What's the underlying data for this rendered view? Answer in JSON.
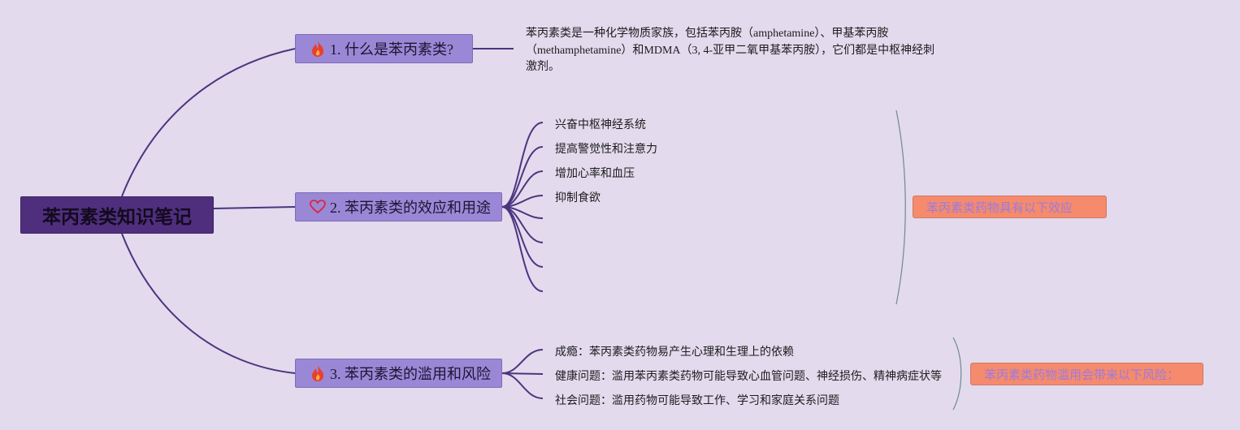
{
  "root": {
    "title": "苯丙素类知识笔记"
  },
  "branches": [
    {
      "icon": "fire-icon",
      "label": "1. 什么是苯丙素类?",
      "description": "苯丙素类是一种化学物质家族，包括苯丙胺（amphetamine）、甲基苯丙胺（methamphetamine）和MDMA（3, 4-亚甲二氧甲基苯丙胺），它们都是中枢神经刺激剂。"
    },
    {
      "icon": "heart-icon",
      "label": "2. 苯丙素类的效应和用途",
      "items": [
        "兴奋中枢神经系统",
        "提高警觉性和注意力",
        "增加心率和血压",
        "抑制食欲",
        "",
        "",
        "",
        ""
      ],
      "summary": "苯丙素类药物具有以下效应"
    },
    {
      "icon": "fire-icon",
      "label": "3. 苯丙素类的滥用和风险",
      "items": [
        "成瘾：苯丙素类药物易产生心理和生理上的依赖",
        "健康问题：滥用苯丙素类药物可能导致心血管问题、神经损伤、精神病症状等",
        "社会问题：滥用药物可能导致工作、学习和家庭关系问题"
      ],
      "summary": "苯丙素类药物滥用会带来以下风险："
    }
  ],
  "colors": {
    "background": "#e3daed",
    "root": "#4f2f7d",
    "branch": "#9a88d6",
    "summary": "#f58a6c",
    "line": "#4a3580"
  }
}
